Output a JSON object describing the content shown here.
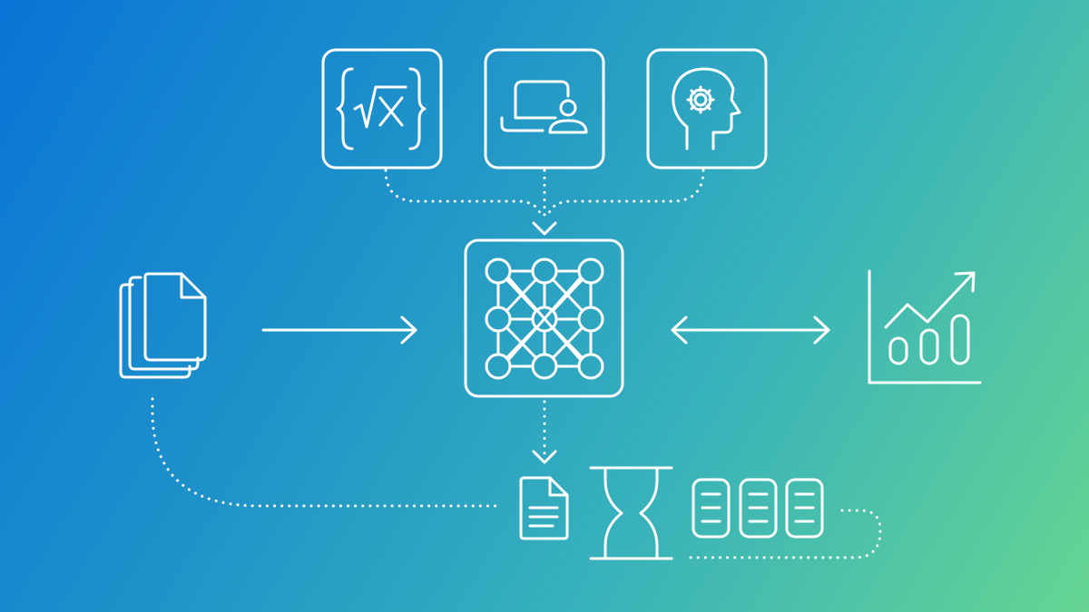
{
  "diagram": {
    "background": {
      "from": "#0a74d6",
      "to": "#66d592"
    },
    "stroke_color": "#ffffff",
    "nodes": [
      {
        "id": "math",
        "icon": "math-formula-icon"
      },
      {
        "id": "laptop",
        "icon": "laptop-user-icon"
      },
      {
        "id": "mind",
        "icon": "head-gear-icon"
      },
      {
        "id": "network",
        "icon": "neural-network-icon"
      },
      {
        "id": "documents",
        "icon": "document-stack-icon"
      },
      {
        "id": "analytics",
        "icon": "chart-trend-icon"
      },
      {
        "id": "report",
        "icon": "document-icon"
      },
      {
        "id": "time",
        "icon": "hourglass-icon"
      },
      {
        "id": "servers",
        "icon": "server-racks-icon"
      }
    ],
    "edges": [
      {
        "from": "math",
        "to": "network",
        "style": "dotted"
      },
      {
        "from": "laptop",
        "to": "network",
        "style": "dotted"
      },
      {
        "from": "mind",
        "to": "network",
        "style": "dotted"
      },
      {
        "from": "documents",
        "to": "network",
        "style": "solid"
      },
      {
        "from": "network",
        "to": "analytics",
        "style": "solid-bidirectional"
      },
      {
        "from": "network",
        "to": "report",
        "style": "dotted"
      },
      {
        "from": "documents",
        "to": "report",
        "style": "dotted"
      },
      {
        "from": "servers",
        "to": "servers",
        "style": "dotted-tail"
      }
    ]
  }
}
